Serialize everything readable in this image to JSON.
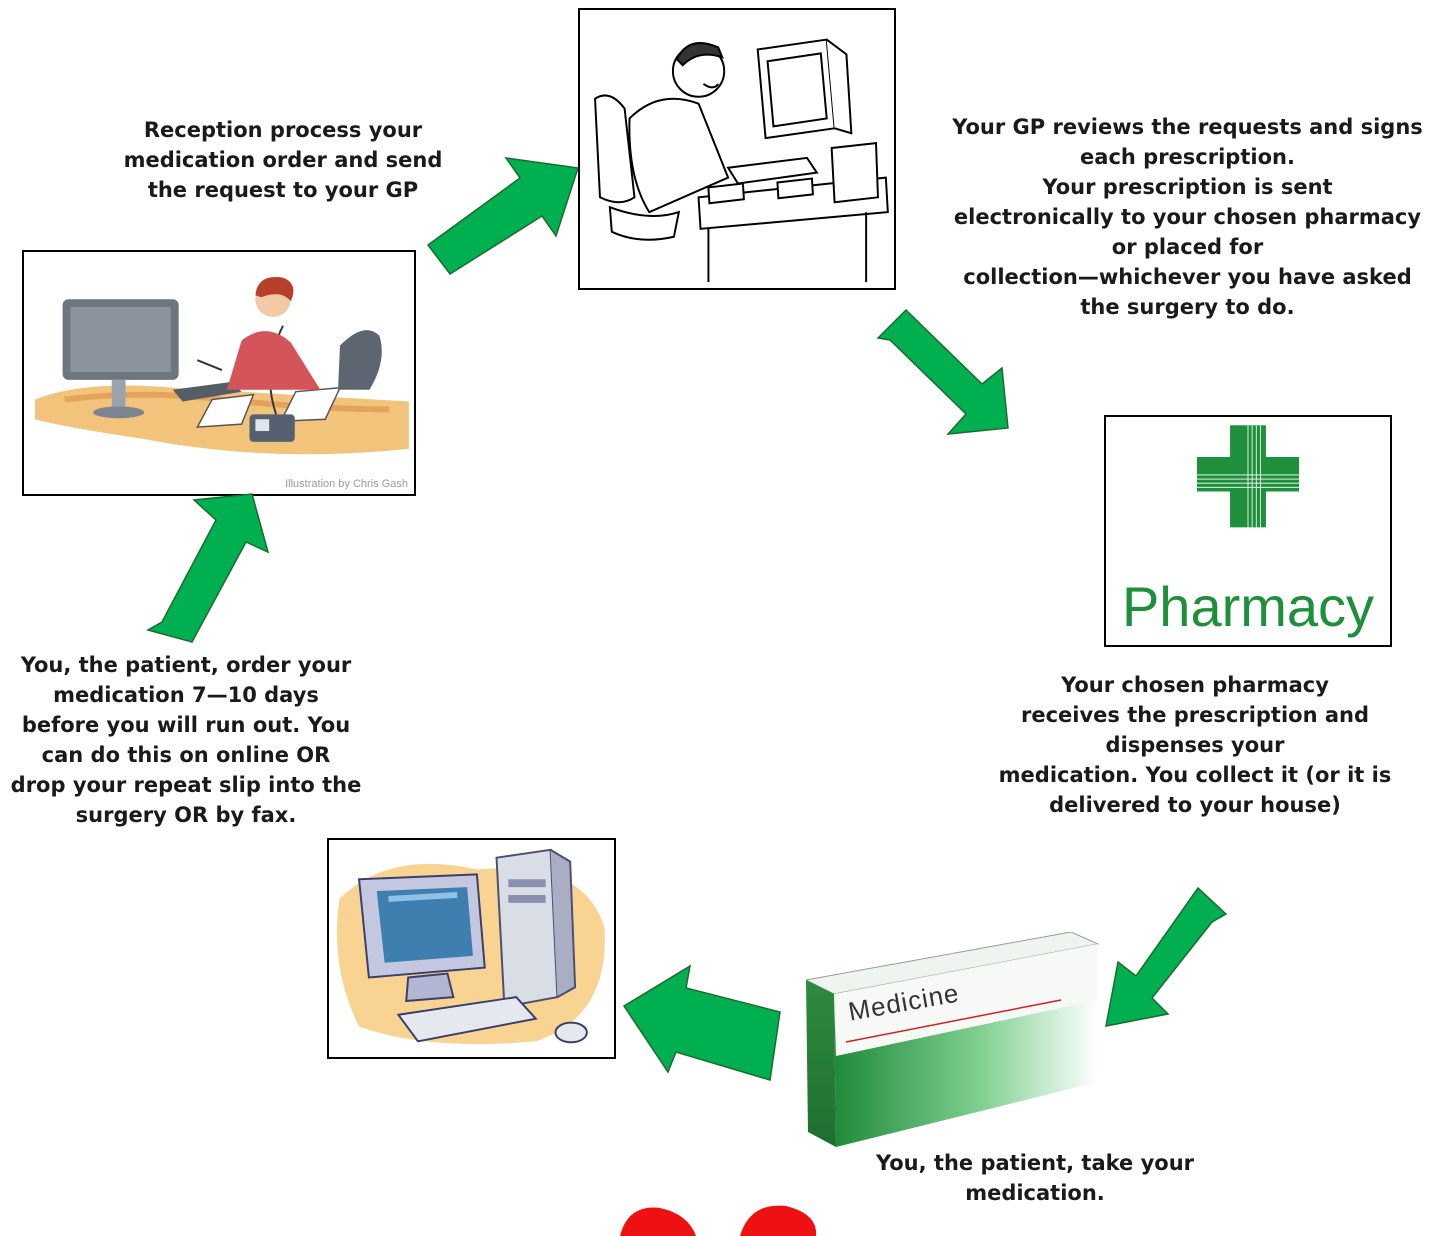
{
  "steps": {
    "reception": {
      "lines": [
        "Reception process your",
        "medication order and send",
        "the request to your GP"
      ]
    },
    "gp": {
      "lines": [
        "Your GP reviews the requests and signs",
        "each prescription.",
        "Your prescription is sent",
        "electronically to your chosen pharmacy",
        "or placed for",
        "collection—whichever you have asked",
        "the surgery to do."
      ]
    },
    "pharmacy": {
      "lines": [
        "Your chosen pharmacy",
        "receives the prescription and",
        "dispenses your",
        "medication. You collect it (or it is",
        "delivered to your house)"
      ]
    },
    "take": {
      "lines": [
        "You, the patient, take your",
        "medication."
      ]
    },
    "order": {
      "lines": [
        "You, the patient, order your",
        "medication 7—10 days",
        "before you will run out.  You",
        "can do this on online OR",
        "drop your repeat slip into the",
        "surgery OR by fax."
      ]
    }
  },
  "images": {
    "reception_credit": "Illustration by Chris Gash",
    "pharmacy_sign": "Pharmacy",
    "medicine_box": "Medicine"
  },
  "colors": {
    "arrow_fill": "#00b050",
    "arrow_stroke": "#1b6b2e",
    "pharmacy_green": "#1e8f3a",
    "heart_red": "#ee1111"
  }
}
